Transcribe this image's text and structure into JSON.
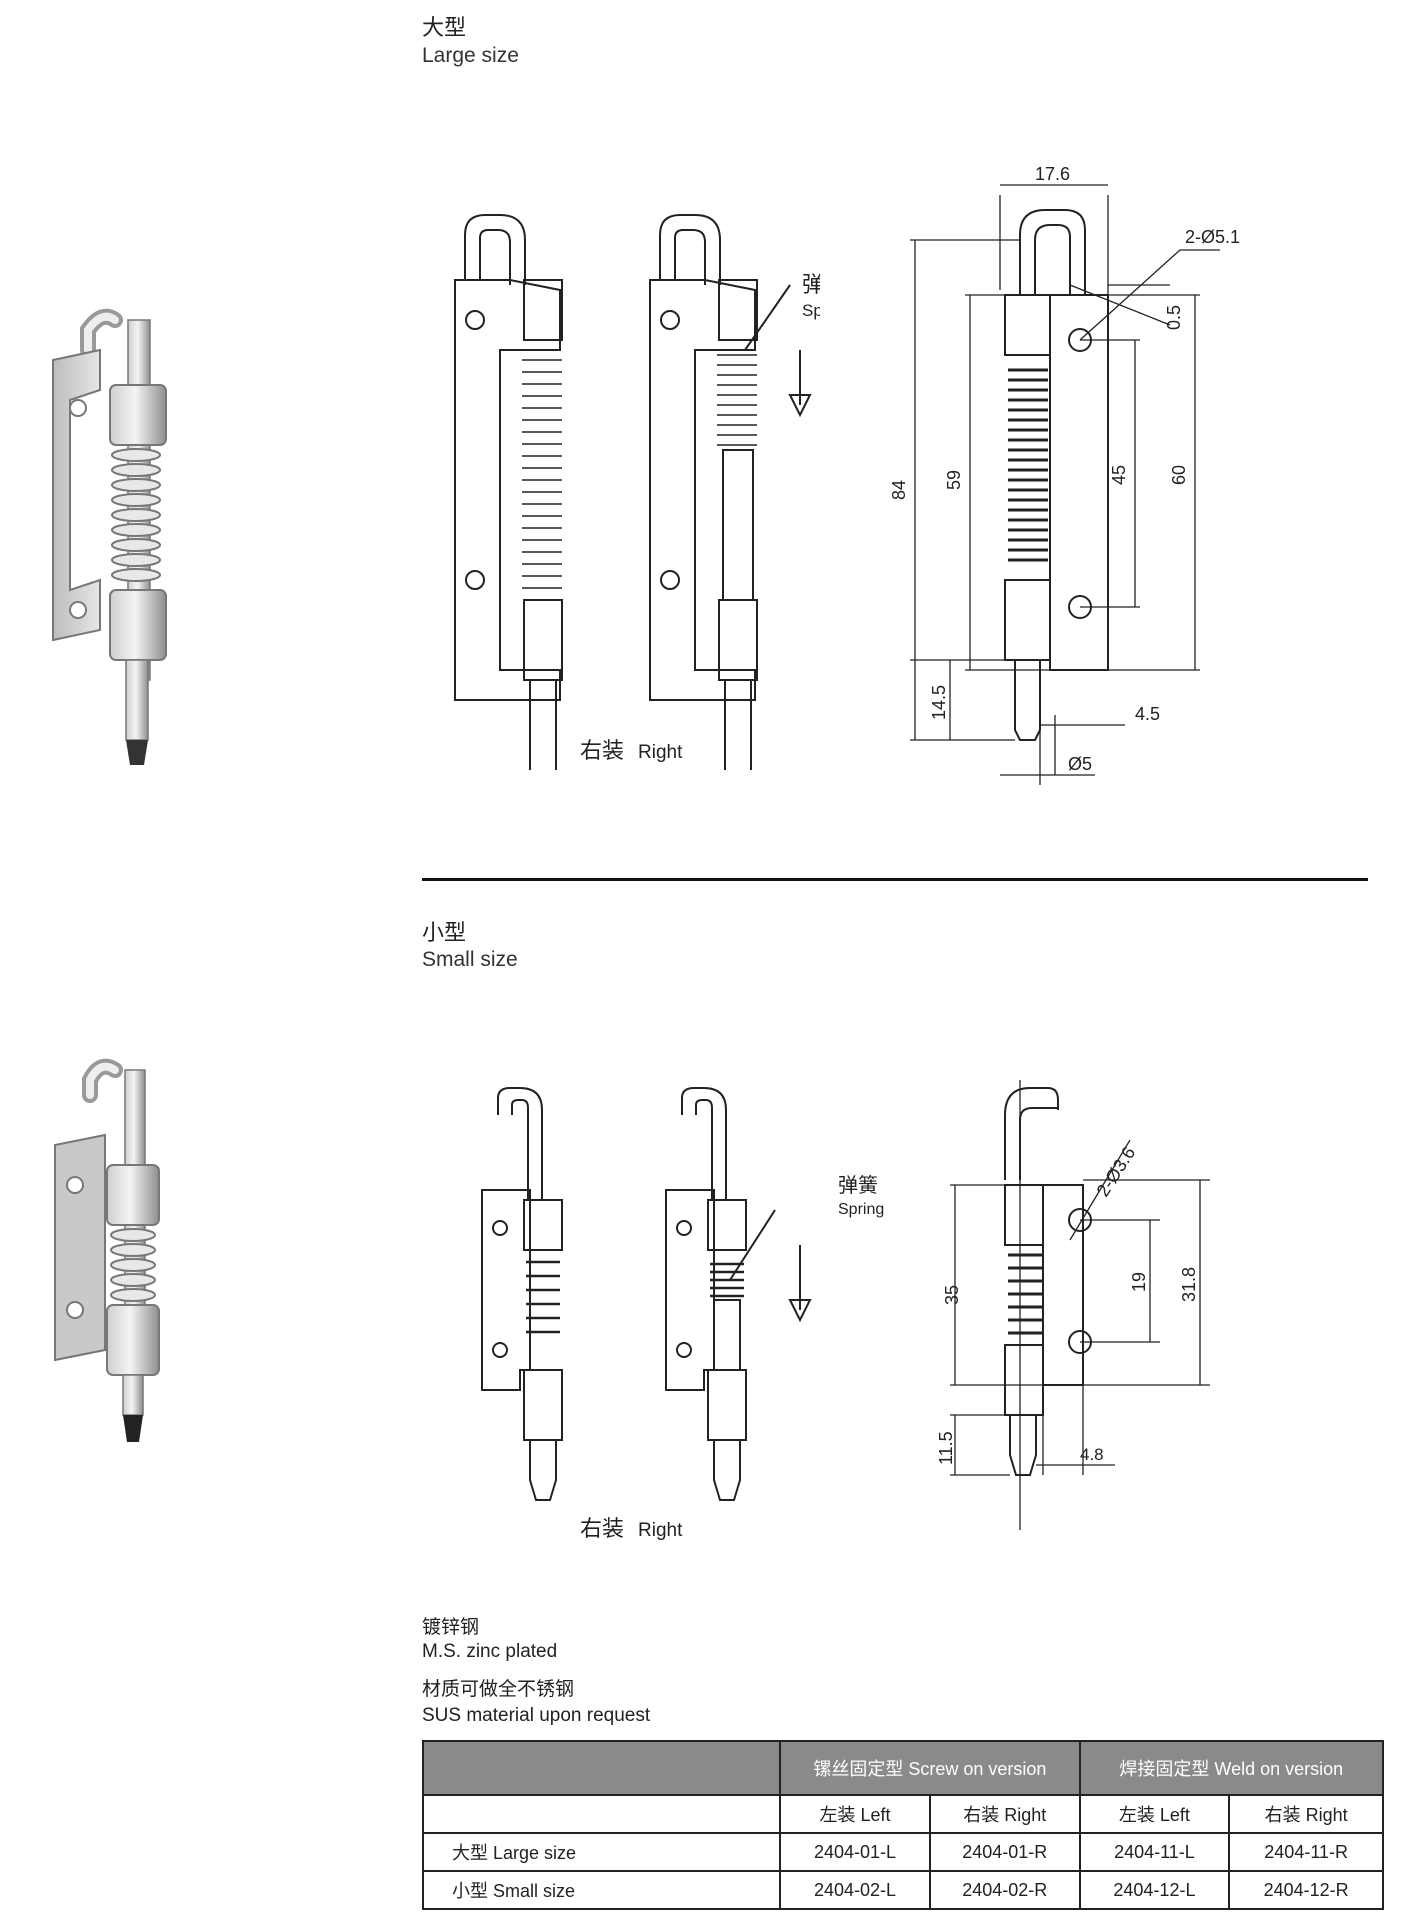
{
  "large": {
    "title_cn": "大型",
    "title_en": "Large size",
    "spring_cn": "弹簧",
    "spring_en": "Spring",
    "right_cn": "右装",
    "right_en": "Right",
    "dims": {
      "width": "17.6",
      "holes": "2-Ø5.1",
      "offset": "0.5",
      "total": "84",
      "body": "59",
      "hole_pitch": "45",
      "plate": "60",
      "pin_len": "14.5",
      "pin_off": "4.5",
      "pin_dia": "Ø5"
    }
  },
  "small": {
    "title_cn": "小型",
    "title_en": "Small size",
    "spring_cn": "弹簧",
    "spring_en": "Spring",
    "right_cn": "右装",
    "right_en": "Right",
    "dims": {
      "holes": "2-Ø3.6",
      "body": "35",
      "hole_pitch": "19",
      "plate": "31.8",
      "pin_len": "11.5",
      "pin_off": "4.8"
    }
  },
  "notes": {
    "material_cn": "镀锌钢",
    "material_en": "M.S. zinc plated",
    "option_cn": "材质可做全不锈钢",
    "option_en": "SUS material upon request"
  },
  "table": {
    "screw_header": "镙丝固定型 Screw on version",
    "weld_header": "焊接固定型 Weld on version",
    "left": "左装 Left",
    "right": "右装 Right",
    "rows": [
      {
        "label": "大型 Large size",
        "cells": [
          "2404-01-L",
          "2404-01-R",
          "2404-11-L",
          "2404-11-R"
        ]
      },
      {
        "label": "小型 Small size",
        "cells": [
          "2404-02-L",
          "2404-02-R",
          "2404-12-L",
          "2404-12-R"
        ]
      }
    ]
  }
}
